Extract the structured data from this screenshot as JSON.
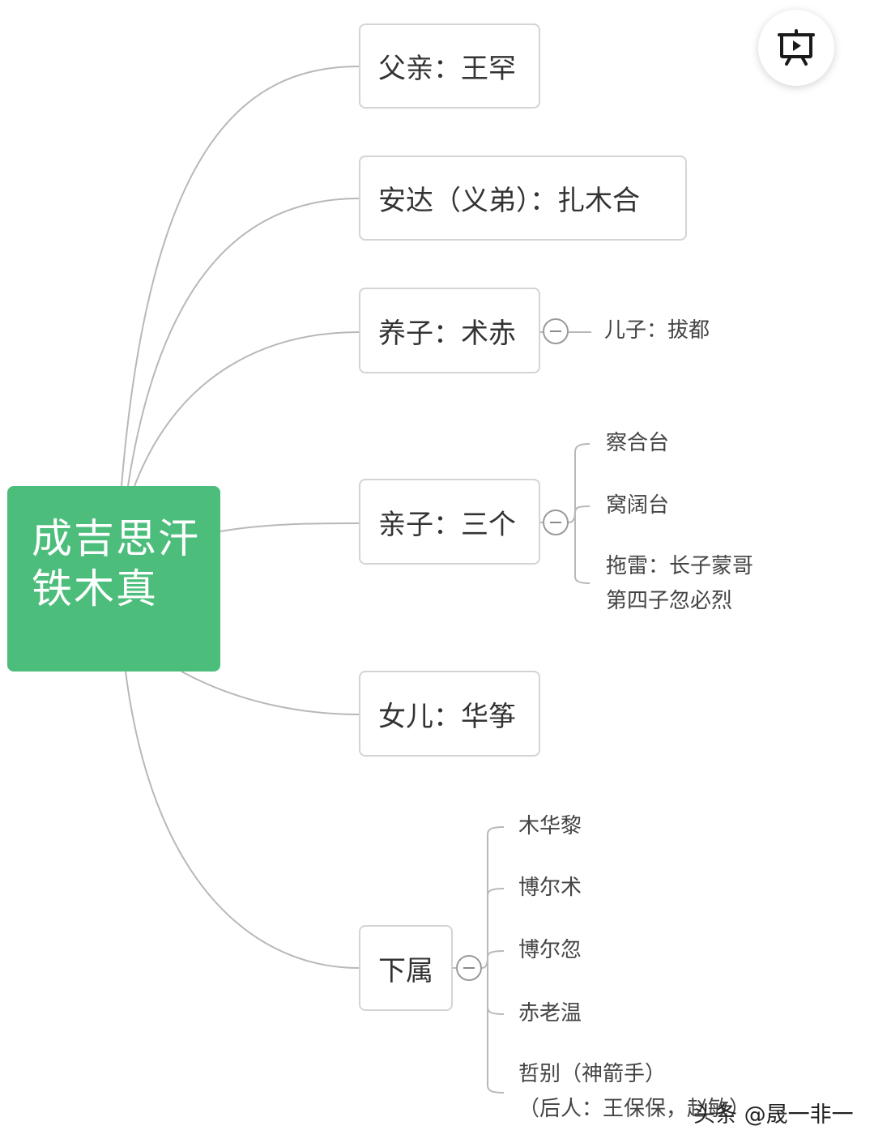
{
  "root": {
    "line1": "成吉思汗",
    "line2": "铁木真",
    "color": "#4dbd7c"
  },
  "nodes": {
    "father": "父亲：王罕",
    "anda": "安达（义弟）：扎木合",
    "adopted_son": "养子：术赤",
    "sons": "亲子：三个",
    "daughter": "女儿：华筝",
    "subordinates": "下属"
  },
  "leaves": {
    "adopted_son_children": [
      "儿子：拔都"
    ],
    "sons_children": [
      "察合台",
      "窝阔台",
      "拖雷：长子蒙哥",
      "第四子忽必烈"
    ],
    "subordinates_children": [
      "木华黎",
      "博尔术",
      "博尔忽",
      "赤老温",
      "哲别（神箭手）",
      "（后人：王保保，赵敏）"
    ]
  },
  "toolbar": {
    "present_icon": "presentation-play-icon"
  },
  "watermark": "头条 @晟一非一"
}
